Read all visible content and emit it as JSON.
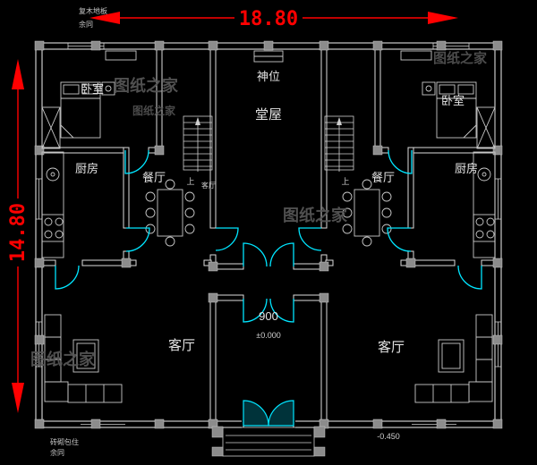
{
  "plan": {
    "dims": {
      "width": "18.80",
      "height": "14.80"
    },
    "rooms": {
      "altar": "神位",
      "hall": "堂屋",
      "bedroom": "卧室",
      "kitchen": "厨房",
      "dining": "餐厅",
      "living": "客厅"
    },
    "stairs": {
      "up": "上",
      "to_living": "客厅"
    },
    "levels": {
      "room_number": "900",
      "main": "±0.000",
      "entry": "-0.450"
    },
    "notes": {
      "top1": "复木地板",
      "top2": "余同",
      "bottom1": "砖砌包住",
      "bottom2": "余同"
    },
    "watermark": "图纸之家",
    "colors": {
      "background": "#000000",
      "walls": "#dcdcdc",
      "dimensions": "#ff0000",
      "doors": "#00e5ff",
      "columns": "#8c8c8c",
      "watermark": "#575757"
    }
  }
}
